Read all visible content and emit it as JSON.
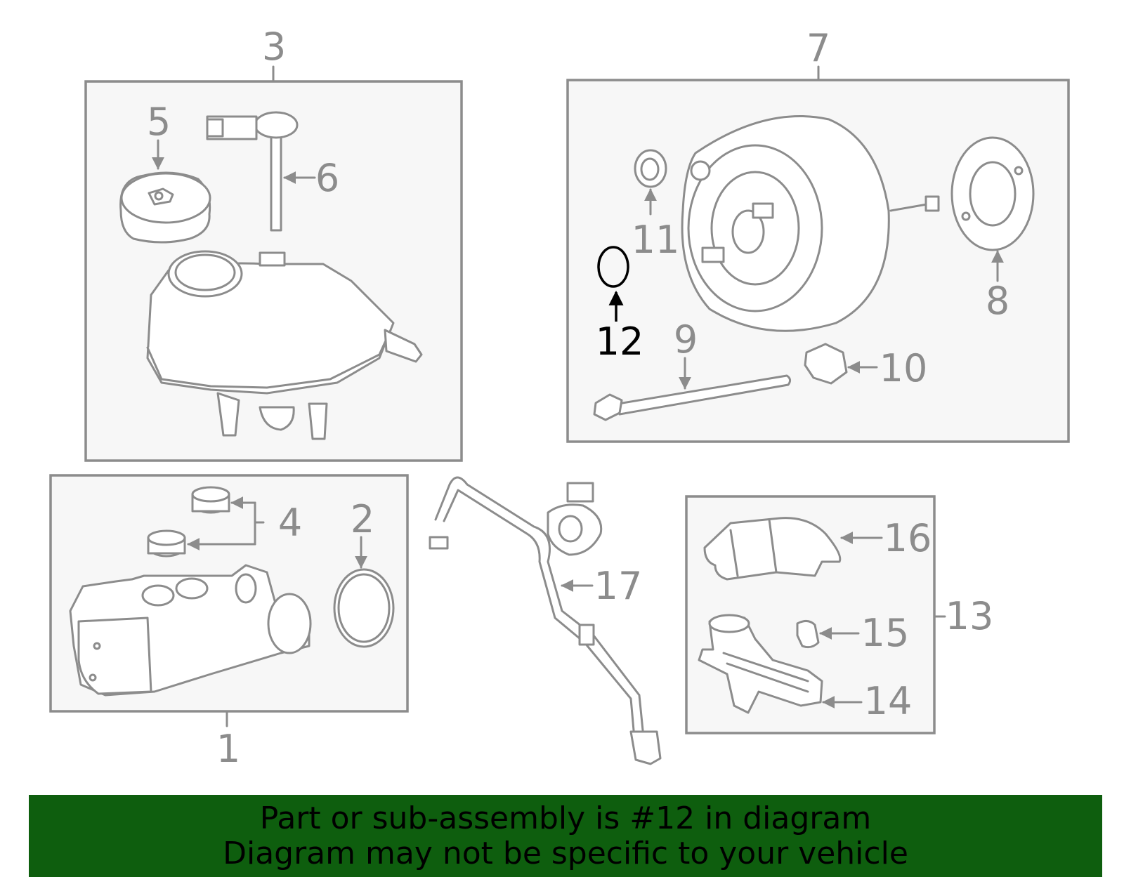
{
  "callouts": [
    "1",
    "2",
    "3",
    "4",
    "5",
    "6",
    "7",
    "8",
    "9",
    "10",
    "11",
    "12",
    "13",
    "14",
    "15",
    "16",
    "17"
  ],
  "highlighted_part": "12",
  "banner": {
    "line1": "Part or sub-assembly is #12 in diagram",
    "line2": "Diagram may not be specific to your vehicle"
  },
  "colors": {
    "line": "#8c8c8c",
    "highlight": "#000000",
    "box_fill": "#f7f7f7",
    "banner_bg": "#0e5e0e"
  }
}
